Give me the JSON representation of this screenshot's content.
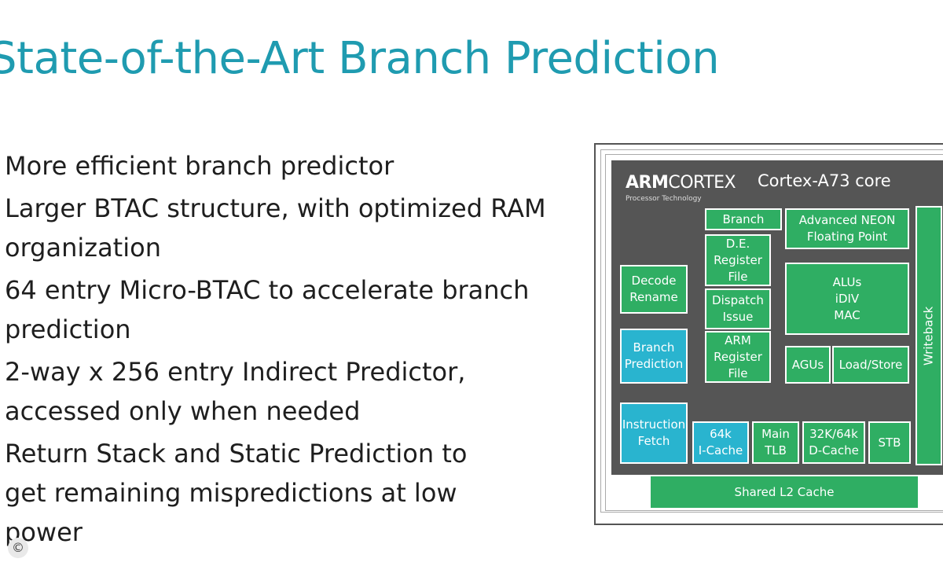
{
  "slide": {
    "title": "State-of-the-Art Branch Prediction",
    "bullets": [
      "More efficient branch predictor",
      "Larger BTAC structure, with optimized RAM organization",
      "64 entry Micro-BTAC to accelerate branch prediction",
      "2-way x 256 entry Indirect Predictor, accessed only when needed",
      "Return Stack and Static Prediction to get remaining mispredictions at low power"
    ],
    "copyright": "©"
  },
  "diagram": {
    "brand_arm": "ARM",
    "brand_cortex": "CORTEX",
    "brand_sub": "Processor Technology",
    "core_title": "Cortex-A73 core",
    "blocks": {
      "branch": "Branch",
      "advanced_neon": "Advanced NEON\nFloating Point",
      "de_register_file": "D.E.\nRegister\nFile",
      "decode_rename": "Decode\nRename",
      "alus": "ALUs\niDIV\nMAC",
      "dispatch_issue": "Dispatch\nIssue",
      "writeback": "Writeback",
      "branch_prediction": "Branch\nPrediction",
      "arm_register_file": "ARM\nRegister\nFile",
      "agus": "AGUs",
      "load_store": "Load/Store",
      "instruction_fetch": "Instruction\nFetch",
      "icache": "64k\nI-Cache",
      "main_tlb": "Main\nTLB",
      "dcache": "32K/64k\nD-Cache",
      "stb": "STB",
      "shared_l2": "Shared L2 Cache"
    },
    "colors": {
      "core": "#555555",
      "green": "#2fae63",
      "blue": "#29b4cf",
      "title": "#1f9bb0"
    }
  }
}
